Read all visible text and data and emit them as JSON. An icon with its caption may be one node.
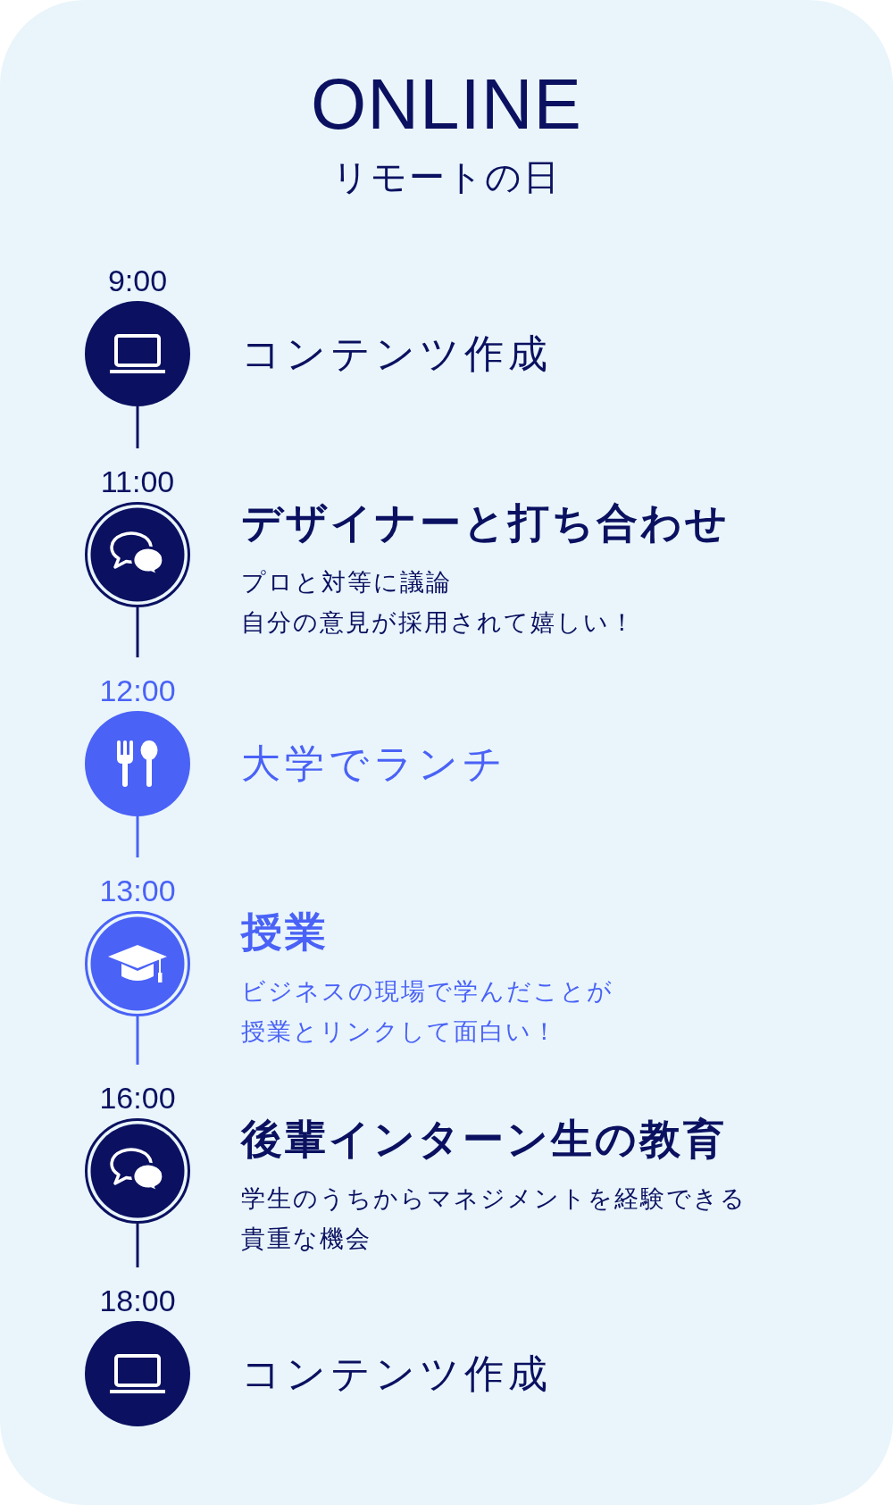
{
  "diagram": {
    "title": "ONLINE",
    "nodes": [
      {
        "text": [
          "9:00"
        ],
        "beside": [
          "コンテンツ作成"
        ]
      },
      {
        "text": [
          "11:00"
        ],
        "beside": [
          "デザイナーと打ち合わせ",
          "プロと対等に議論",
          "自分の意見が採用されて嬉しい！"
        ]
      },
      {
        "text": [
          "12:00"
        ],
        "beside": [
          "大学でランチ"
        ]
      },
      {
        "text": [
          "13:00"
        ],
        "beside": [
          "授業",
          "ビジネスの現場で学んだことが授業とリンクして面白い！"
        ]
      },
      {
        "text": [
          "16:00"
        ],
        "beside": [
          "後輩インターン生の教育",
          "学生のうちからマネジメントを経験できる貴重な機会"
        ]
      },
      {
        "text": [
          "18:00"
        ],
        "beside": [
          "コンテンツ作成"
        ]
      }
    ],
    "edges": [
      {
        "from": 0,
        "to": 1,
        "arrow": "none"
      },
      {
        "from": 1,
        "to": 2,
        "arrow": "none"
      },
      {
        "from": 2,
        "to": 3,
        "arrow": "none",
        "color": "#4a62f6"
      },
      {
        "from": 3,
        "to": 4,
        "arrow": "none",
        "color": "#4a62f6"
      },
      {
        "from": 4,
        "to": 5,
        "arrow": "none"
      }
    ],
    "labels": [
      "リモートの日"
    ]
  }
}
